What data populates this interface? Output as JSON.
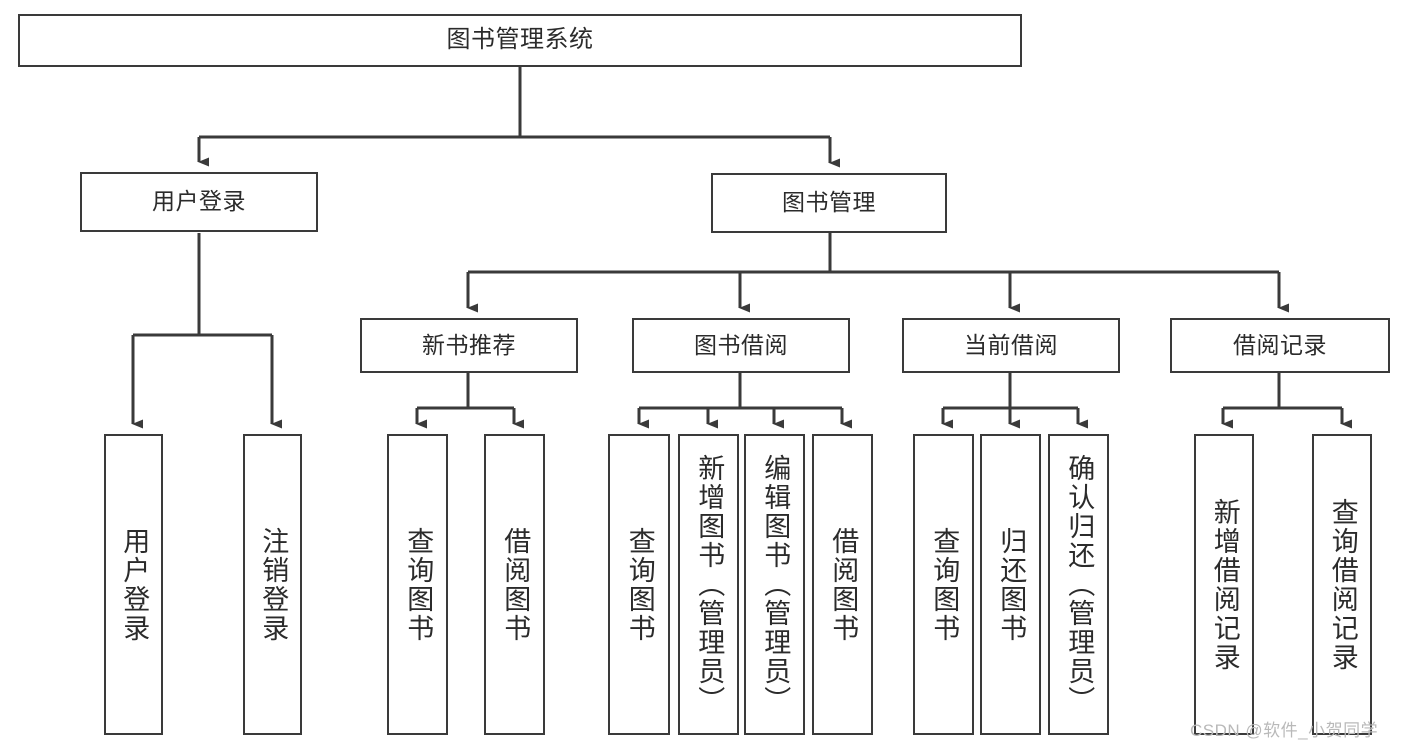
{
  "diagram": {
    "type": "tree",
    "title": "图书管理系统",
    "root": {
      "id": "root",
      "label": "图书管理系统",
      "orientation": "horizontal"
    },
    "level2": [
      {
        "id": "user-login",
        "label": "用户登录",
        "orientation": "horizontal"
      },
      {
        "id": "book-manage",
        "label": "图书管理",
        "orientation": "horizontal"
      }
    ],
    "level3": [
      {
        "id": "new-book-recommend",
        "label": "新书推荐",
        "orientation": "horizontal",
        "parent": "book-manage"
      },
      {
        "id": "book-borrow",
        "label": "图书借阅",
        "orientation": "horizontal",
        "parent": "book-manage"
      },
      {
        "id": "current-borrow",
        "label": "当前借阅",
        "orientation": "horizontal",
        "parent": "book-manage"
      },
      {
        "id": "borrow-record",
        "label": "借阅记录",
        "orientation": "horizontal",
        "parent": "book-manage"
      }
    ],
    "leaves": [
      {
        "id": "leaf-user-login",
        "label": "用户登录",
        "parent": "user-login"
      },
      {
        "id": "leaf-logout-login",
        "label": "注销登录",
        "parent": "user-login"
      },
      {
        "id": "leaf-query-book-1",
        "label": "查询图书",
        "parent": "new-book-recommend"
      },
      {
        "id": "leaf-borrow-book-1",
        "label": "借阅图书",
        "parent": "new-book-recommend"
      },
      {
        "id": "leaf-query-book-2",
        "label": "查询图书",
        "parent": "book-borrow"
      },
      {
        "id": "leaf-add-book",
        "label": "新增图书（管理员）",
        "parent": "book-borrow"
      },
      {
        "id": "leaf-edit-book",
        "label": "编辑图书（管理员）",
        "parent": "book-borrow"
      },
      {
        "id": "leaf-borrow-book-2",
        "label": "借阅图书",
        "parent": "book-borrow"
      },
      {
        "id": "leaf-query-book-3",
        "label": "查询图书",
        "parent": "current-borrow"
      },
      {
        "id": "leaf-return-book",
        "label": "归还图书",
        "parent": "current-borrow"
      },
      {
        "id": "leaf-confirm-return",
        "label": "确认归还（管理员）",
        "parent": "current-borrow"
      },
      {
        "id": "leaf-add-record",
        "label": "新增借阅记录",
        "parent": "borrow-record"
      },
      {
        "id": "leaf-query-record",
        "label": "查询借阅记录",
        "parent": "borrow-record"
      }
    ],
    "watermark": "CSDN @软件_小贺同学",
    "colors": {
      "stroke": "#3a3a3a",
      "fill": "#ffffff",
      "text": "#2b2b2b",
      "watermark": "#b9b9b9"
    }
  }
}
